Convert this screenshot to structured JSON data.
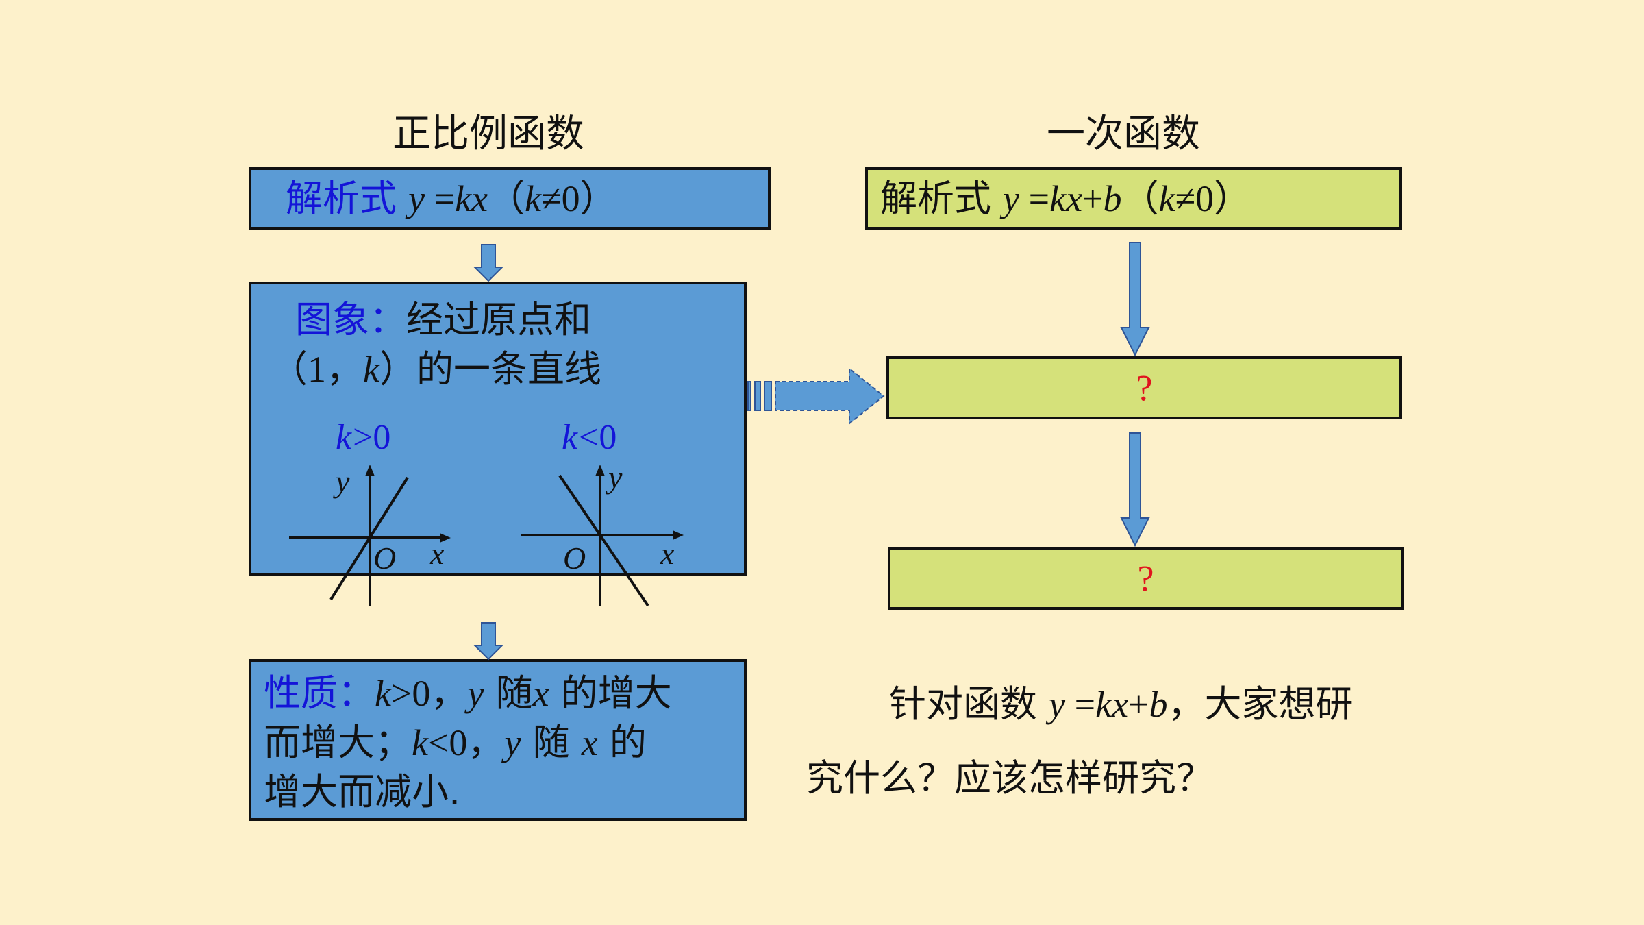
{
  "left": {
    "title": "正比例函数",
    "formula": {
      "label": "解析式",
      "expr_a": "y",
      "expr_b": " =",
      "expr_c": "kx",
      "expr_d": "（",
      "expr_e": "k",
      "expr_f": "≠0）"
    },
    "graph": {
      "label": "图象：",
      "desc_a": "经过原点和",
      "desc_b": "（1，",
      "desc_c": "k",
      "desc_d": "）的一条直线",
      "pos_case_k": "k",
      "pos_case_rest": ">0",
      "neg_case_k": "k",
      "neg_case_rest": "<0",
      "axis_y": "y",
      "axis_x": "x",
      "origin": "O"
    },
    "property": {
      "label": "性质：",
      "l1_a": "k",
      "l1_b": ">0，",
      "l1_c": "y",
      "l1_d": " 随",
      "l1_e": "x",
      "l1_f": " 的增大",
      "l2_a": "而增大；",
      "l2_b": "k",
      "l2_c": "<0，",
      "l2_d": "y",
      "l2_e": " 随 ",
      "l2_f": "x",
      "l2_g": " 的",
      "l3": "增大而减小."
    }
  },
  "right": {
    "title": "一次函数",
    "formula": {
      "label": "解析式",
      "expr_a": "y",
      "expr_b": " =",
      "expr_c": "kx",
      "expr_d": "+",
      "expr_e": "b",
      "expr_f": "（",
      "expr_g": "k",
      "expr_h": "≠0）"
    },
    "unknown_1": "?",
    "unknown_2": "?"
  },
  "question": {
    "l1_a": "针对函数 ",
    "l1_b": "y",
    "l1_c": " =",
    "l1_d": "kx",
    "l1_e": "+",
    "l1_f": "b",
    "l1_g": "，大家想研",
    "l2": "究什么？应该怎样研究？"
  },
  "colors": {
    "background": "#fdf1cb",
    "left_box": "#5b9bd5",
    "right_box": "#d5e17a",
    "keyword": "#1414d8",
    "question_mark": "#e0141e"
  }
}
